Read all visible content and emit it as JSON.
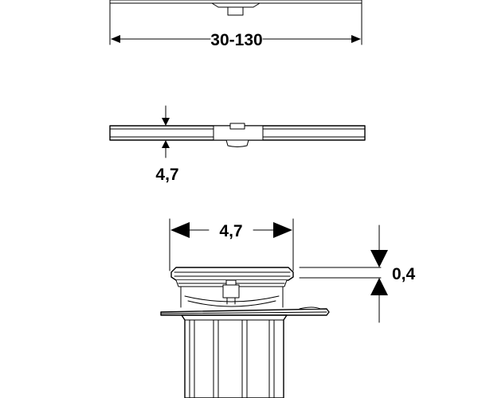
{
  "drawing": {
    "top_view": {
      "length_label": "30-130"
    },
    "side_view": {
      "height_label": "4,7"
    },
    "section_view": {
      "width_label": "4,7",
      "offset_label": "0,4"
    }
  }
}
